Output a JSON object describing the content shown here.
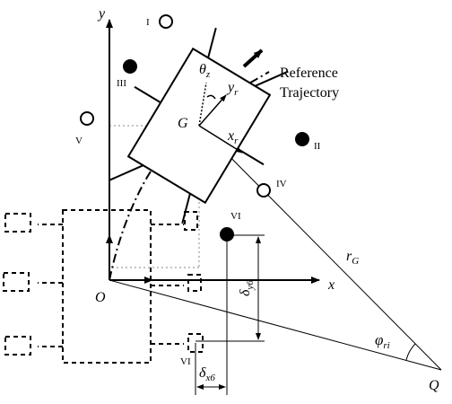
{
  "labels": {
    "y_axis": "y",
    "x_axis": "x",
    "origin": "O",
    "center_g": "G",
    "point_q": "Q",
    "theta": "θ",
    "theta_sub": "z",
    "yr": "y",
    "yr_sub": "r",
    "xr": "x",
    "xr_sub": "r",
    "rg": "r",
    "rg_sub": "G",
    "phi": "φ",
    "phi_sub": "ri",
    "delta_y": "δ",
    "delta_y_sub": "y6",
    "delta_x": "δ",
    "delta_x_sub": "x6",
    "ref_line1": "Reference",
    "ref_line2": "Trajectory"
  },
  "wheels": {
    "w1": "I",
    "w2": "II",
    "w3": "III",
    "w4": "IV",
    "w5": "V",
    "w6": "VI",
    "w6_ref": "VI"
  }
}
